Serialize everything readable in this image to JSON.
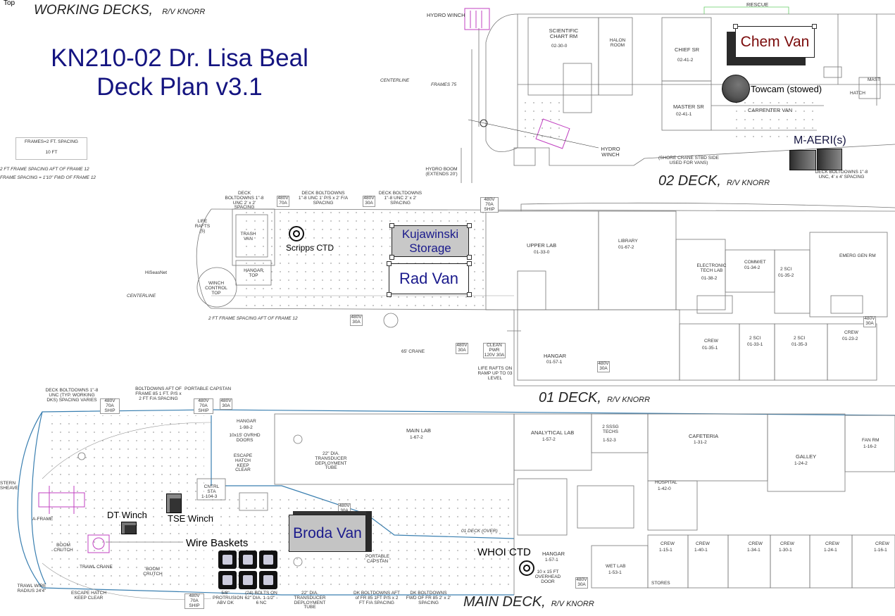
{
  "top_label": "Top",
  "header": {
    "working_decks": "WORKING DECKS,",
    "ship": "R/V KNORR"
  },
  "title": {
    "line1": "KN210-02 Dr. Lisa Beal",
    "line2": "Deck Plan v3.1"
  },
  "decks": {
    "deck02": "02 DECK,",
    "deck01": "01 DECK,",
    "main": "MAIN DECK,",
    "ship": "R/V KNORR"
  },
  "equipment": {
    "chem_van": "Chem Van",
    "towcam": "Towcam (stowed)",
    "maeri": "M-AERI(s)",
    "kujawinski": [
      "Kujawinski",
      "Storage"
    ],
    "rad_van": "Rad Van",
    "scripps_ctd": "Scripps CTD",
    "broda_van": "Broda Van",
    "whoi_ctd": "WHOI CTD",
    "dt_winch": "DT Winch",
    "tse_winch": "TSE Winch",
    "wire_baskets": "Wire Baskets"
  },
  "legend": {
    "frames": "FRAMES=2 FT. SPACING",
    "scale": "10 FT",
    "spacing1": "2 FT FRAME SPACING AFT OF FRAME 12",
    "spacing2": "FRAME SPACING = 1'10\" FWD OF FRAME 12"
  },
  "rooms02": {
    "hydro_winch_top": "HYDRO WINCH",
    "sci_chart": "SCIENTIFIC CHART RM",
    "sci_chart_no": "02-30-0",
    "halon": "HALON ROOM",
    "chief_sr": "CHIEF SR",
    "chief_sr_no": "02-41-2",
    "master_sr": "MASTER SR",
    "master_sr_no": "02-41-1",
    "carpenter": "CARPENTER VAN",
    "rescue": "RESCUE",
    "hydro_winch": "HYDRO WINCH",
    "hydro_boom": "HYDRO BOOM (EXTENDS 20')",
    "shore_crane": "(SHORE CRANE STBD SIDE USED FOR VANS)",
    "deck_boltdowns": "DECK BOLTDOWNS 1\"-8 UNC, 4' x 4' SPACING",
    "centerline": "CENTERLINE",
    "frames75": "FRAMES 75",
    "mast": "MAST",
    "hatch": "HATCH"
  },
  "rooms01": {
    "life_rafts": "LIFE RAFTS (5)",
    "trash_van": "TRASH VAN",
    "hangar_top": "HANGAR TOP",
    "winch_control": "WINCH CONTROL TOP",
    "hiseasnet": "HiSeasNet",
    "bolt1": "DECK BOLTDOWNS 1\"-8 UNC 2' x 2' SPACING",
    "bolt2": "DECK BOLTDOWNS 1\"-8 UNC 1' P/S x 2' F/A SPACING",
    "bolt3": "DECK BOLTDOWNS 1\"-8 UNC 2' x 2' SPACING",
    "upper_lab": "UPPER LAB",
    "upper_lab_no": "01-33-0",
    "library": "LIBRARY",
    "library_no": "01-67-2",
    "electronic": "ELECTRONIC TECH LAB",
    "electronic_no": "01-38-2",
    "commet": "COMM/ET",
    "commet_no": "01-34-2",
    "sci2a": "2 SCI",
    "sci2a_no": "01-35-2",
    "emerg": "EMERG GEN RM",
    "crew1": "CREW",
    "crew1_no": "01-35-1",
    "sci2b": "2 SCI",
    "sci2b_no": "01-33-1",
    "sci2c": "2 SCI",
    "sci2c_no": "01-35-3",
    "crew2": "CREW",
    "crew2_no": "01-23-2",
    "hangar": "HANGAR",
    "hangar_no": "01-57-1",
    "crane65": "65' CRANE",
    "life_rafts_ramp": "LIFE RAFTS ON RAMP UP TO 03 LEVEL",
    "clean_pwr": "CLEAN PWR 120V 30A",
    "centerline": "CENTERLINE",
    "spacing": "2 FT FRAME SPACING AFT OF FRAME 12"
  },
  "roomsMain": {
    "deck_boltdowns": "DECK BOLTDOWNS 1\"-8 UNC (TYP. WORKING DKS) SPACING VARIES",
    "boltdowns_aft": "BOLTDOWNS AFT OF FRAME 85 1 FT. P/S x 2 FT F/A SPACING",
    "portable_capstan_top": "PORTABLE CAPSTAN",
    "hangar": "HANGAR",
    "hangar_no": "1-98-2",
    "doors": "10x15' OVRHD DOORS",
    "escape_hatch": "ESCAPE HATCH KEEP CLEAR",
    "cntrl_sta": "CNTRL STA",
    "cntrl_no": "1-104-3",
    "transducer": "22\" DIA. TRANSDUCER DEPLOYMENT TUBE",
    "main_lab": "MAIN LAB",
    "main_lab_no": "1-67-2",
    "analytical": "ANALYTICAL LAB",
    "analytical_no": "1-57-2",
    "sssg": "2 SSSG TECHS",
    "sssg_no": "1-52-3",
    "cafeteria": "CAFETERIA",
    "cafeteria_no": "1-31-2",
    "galley": "GALLEY",
    "galley_no": "1-24-2",
    "fan_rm": "FAN RM",
    "fan_rm_no": "1-16-2",
    "hospital": "HOSPITAL",
    "hospital_no": "1-42-0",
    "stern_sheave": "STERN SHEAVE",
    "aframe": "A-FRAME",
    "boom_crutch1": "BOOM CRUTCH",
    "trawl_crane": "TRAWL CRANE",
    "boom_crutch2": "BOOM CRUTCH",
    "trawl_wire": "TRAWL WIRE RADIUS 24'4\"",
    "escape_hatch2": "ESCAPE HATCH KEEP CLEAR",
    "protrusion": "5/8\" PROTRUSION ABV DK",
    "bolts24": "(24) BOLTS ON 62\" DIA. 1-1/2\" - 6 NC",
    "transducer2": "22\" DIA. TRANSDUCER DEPLOYMENT TUBE",
    "dk_aft": "DK BOLTDOWNS AFT of FR 85 1FT P/S x 2 FT F/A SPACING",
    "dk_fwd": "DK BOLTDOWNS FWD OF FR 85 2' x 2' SPACING",
    "portable_capstan": "PORTABLE CAPSTAN",
    "hangar2": "HANGAR",
    "hangar2_no": "1-57-1",
    "overhead_door": "10 x 15 FT OVERHEAD DOOR",
    "wet_lab": "WET LAB",
    "wet_lab_no": "1-53-1",
    "stores": "STORES",
    "crew": "CREW",
    "crew_nos": [
      "1-15-1",
      "1-40-1",
      "1-34-1",
      "1-30-1",
      "1-24-1",
      "1-16-1"
    ],
    "deck_sides": "01 DECK (OVER)"
  },
  "power": {
    "p480_70": "480V 70A",
    "p480_30": "480V 30A",
    "p480_70s": "480V 70A SHIP",
    "p480_30a": "480V 30A"
  },
  "colors": {
    "title": "#141480",
    "chem_van_text": "#7a0a0a",
    "van_blue": "#1a1a8c",
    "storage_bg": "#c8c8c8",
    "broda_bg": "#c4c4c4",
    "lines": "#7a7a7a",
    "blue_lines": "#3a7fb0",
    "magenta": "#c040c0"
  }
}
